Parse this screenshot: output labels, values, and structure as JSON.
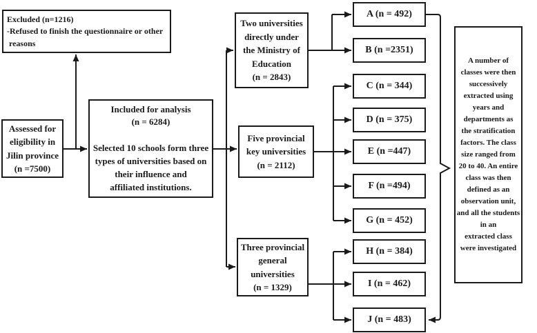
{
  "colors": {
    "ink": "#1a1a1a",
    "paper": "#ffffff"
  },
  "boxes": {
    "excluded": "Excluded (n=1216)\n-Refused to finish the questionnaire or other\n reasons",
    "assessed": "Assessed for\neligibility in\nJilin province\n(n =7500)",
    "included": "Included for analysis\n(n = 6284)\n\nSelected 10 schools form three\ntypes of universities based on\ntheir influence and\naffiliated institutions.",
    "uni_moe": "Two universities\ndirectly under\nthe Ministry of\nEducation\n(n = 2843)",
    "uni_key": "Five provincial\nkey universities\n(n = 2112)",
    "uni_gen": "Three provincial\ngeneral\nuniversities\n(n = 1329)",
    "note": "A number of\nclasses were then\nsuccessively\nextracted using\nyears and\ndepartments as\nthe stratification\nfactors. The class\nsize ranged from\n20 to 40. An entire\nclass was then\ndefined as an\nobservation unit,\nand all the students\nin an\nextracted class\nwere investigated"
  },
  "schools": [
    {
      "label": "A (n = 492)"
    },
    {
      "label": "B (n =2351)"
    },
    {
      "label": "C (n = 344)"
    },
    {
      "label": "D (n = 375)"
    },
    {
      "label": "E (n =447)"
    },
    {
      "label": "F (n =494)"
    },
    {
      "label": "G (n = 452)"
    },
    {
      "label": "H (n = 384)"
    },
    {
      "label": "I (n = 462)"
    },
    {
      "label": "J (n = 483)"
    }
  ]
}
